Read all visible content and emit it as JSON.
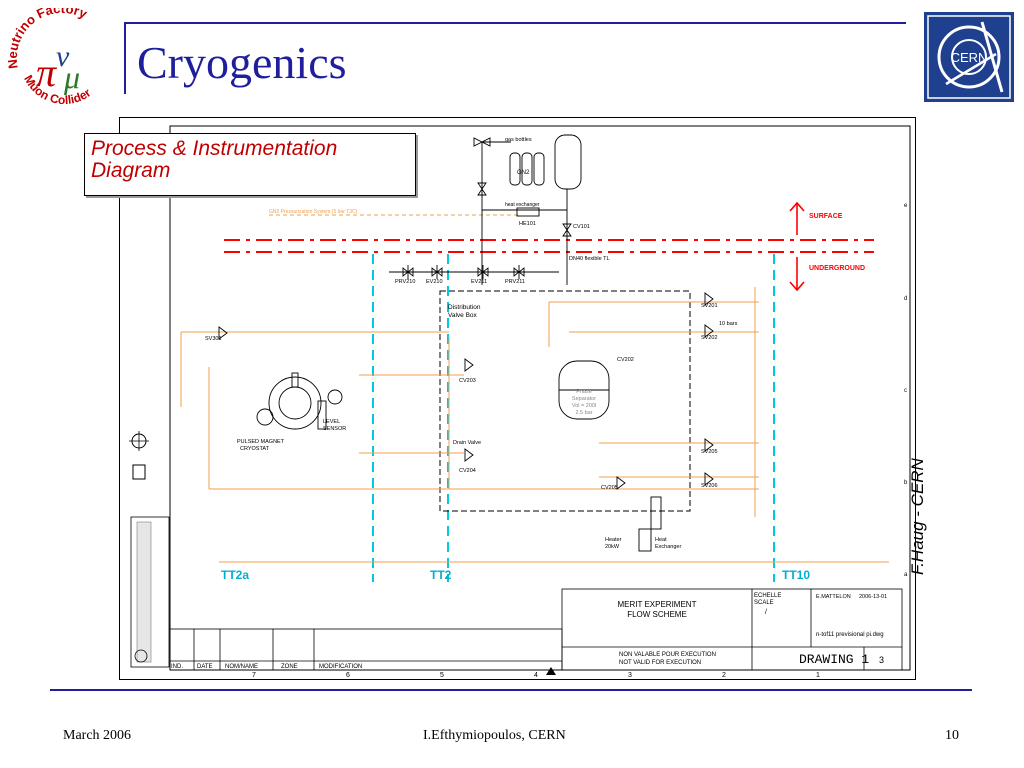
{
  "slide": {
    "title": "Cryogenics",
    "logo_left_text": [
      "Neutrino Factory",
      "Muon Collider"
    ],
    "logo_right_text": "CERN",
    "callout_lines": [
      "Process & Instrumentation",
      "Diagram"
    ],
    "side_credit": "F.Haug - CERN",
    "footer_left": "March 2006",
    "footer_center": "I.Efthymiopoulos, CERN",
    "footer_right": "10"
  },
  "diagram": {
    "labels": {
      "surface": "SURFACE",
      "underground": "UNDERGROUND",
      "tt2a": "TT2a",
      "tt2": "TT2",
      "tt10": "TT10",
      "gas_bottles": "gas bottles",
      "gn2": "GN2",
      "heat_exchanger": "heat exchanger",
      "he101": "HE101",
      "cv101": "CV101",
      "pn2_system": "GN2 Pressurization System (5 bar T3C)",
      "prv210": "PRV210",
      "ev210": "EV210",
      "ev211": "EV211",
      "prv211": "PRV211",
      "dn40_flexible": "DN40 flexible TL",
      "distribution_valve_box": [
        "Distribution",
        "Valve Box"
      ],
      "sv301": "SV301",
      "sv201": "SV201",
      "sv202": "SV202",
      "sv205": "SV205",
      "sv206": "SV206",
      "cv202": "CV202",
      "cv203": "CV203",
      "cv204": "CV204",
      "cv205": "CV205",
      "phase_separator": [
        "Phase",
        "Separator",
        "Vol = 200l",
        "2.5 bar"
      ],
      "drain_valve": "Drain Valve",
      "pulsed_magnet": [
        "PULSED MAGNET",
        "CRYOSTAT"
      ],
      "level_sensor": [
        "LEVEL",
        "SENSOR"
      ],
      "heater": [
        "Heater",
        "20kW"
      ],
      "heat_exchanger_2": [
        "Heat",
        "Exchanger"
      ],
      "ten_bars": "10 bars",
      "merit_experiment": [
        "MERIT EXPERIMENT",
        "FLOW SCHEME"
      ],
      "non_valable": [
        "NON VALABLE POUR EXECUTION",
        "NOT VALID FOR EXECUTION"
      ],
      "drawing_no": "DRAWING 1",
      "sheet": "3",
      "date": "2006-13-01",
      "author": "E.MATTELON",
      "echelle": [
        "ECHELLE",
        "SCALE"
      ],
      "scale_value": "/",
      "filename": "n-tof11 previsional pi.dwg",
      "revision_table_headers": [
        "IND.",
        "DATE",
        "NOM/NAME",
        "ZONE",
        "MODIFICATION"
      ],
      "zone_numbers": [
        "7",
        "6",
        "5",
        "4",
        "3",
        "2",
        "1"
      ],
      "row_letters": [
        "e",
        "d",
        "c",
        "b",
        "a"
      ]
    }
  }
}
